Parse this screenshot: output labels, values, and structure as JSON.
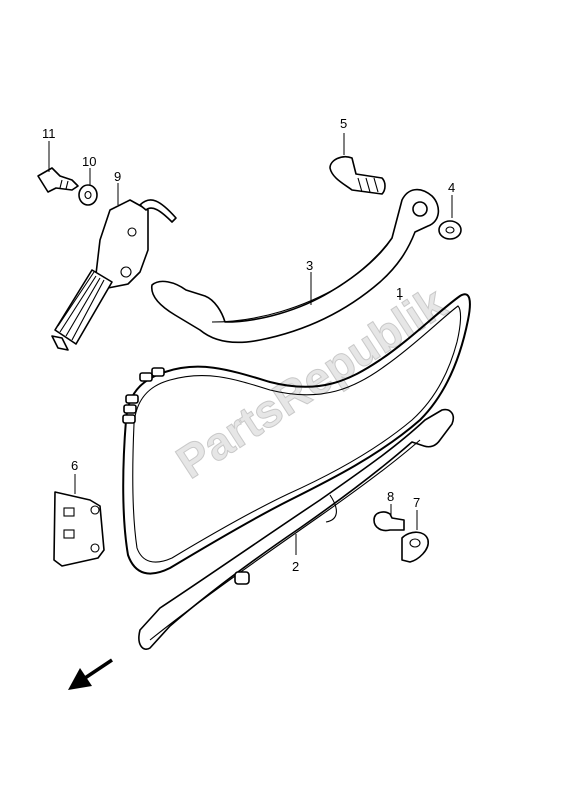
{
  "watermark": "PartsRepublik",
  "callouts": [
    {
      "id": "1",
      "part": "cam-chain"
    },
    {
      "id": "2",
      "part": "chain-tensioner-guide"
    },
    {
      "id": "3",
      "part": "chain-guide-upper"
    },
    {
      "id": "4",
      "part": "washer"
    },
    {
      "id": "5",
      "part": "bolt"
    },
    {
      "id": "6",
      "part": "chain-guide-small"
    },
    {
      "id": "7",
      "part": "washer-tab"
    },
    {
      "id": "8",
      "part": "bolt"
    },
    {
      "id": "9",
      "part": "tensioner-adjuster"
    },
    {
      "id": "10",
      "part": "washer"
    },
    {
      "id": "11",
      "part": "bolt"
    }
  ],
  "colors": {
    "line": "#000000",
    "watermark": "#e6e6e6"
  },
  "icons": {
    "front_arrow": "arrow-down-left-icon"
  }
}
